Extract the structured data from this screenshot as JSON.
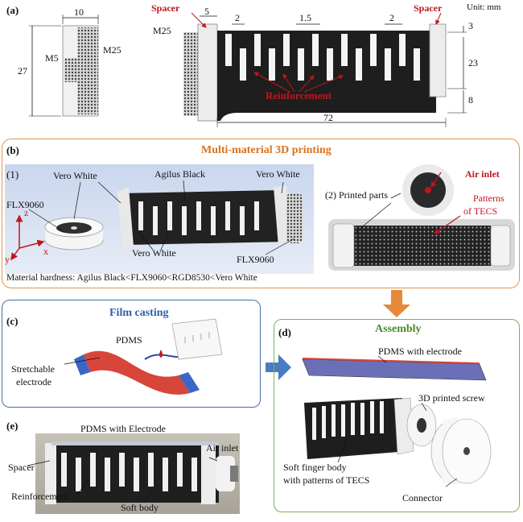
{
  "panel_a": {
    "label": "(a)",
    "unit": "Unit: mm",
    "dims": {
      "w10": "10",
      "h27": "27",
      "m5": "M5",
      "m25_left": "M25",
      "m25_right": "M25",
      "d5": "5",
      "d2a": "2",
      "d15": "1.5",
      "d2b": "2",
      "d3": "3",
      "d23": "23",
      "d8": "8",
      "d72": "72"
    },
    "spacer_left": "Spacer",
    "spacer_right": "Spacer",
    "reinforcement": "Reinforcement"
  },
  "panel_b": {
    "label": "(b)",
    "title": "Multi-material 3D printing",
    "sub1": "(1)",
    "vero_white_top_left": "Vero White",
    "agilus_black": "Agilus Black",
    "vero_white_top_right": "Vero White",
    "flx_left": "FLX9060",
    "flx_right": "FLX9060",
    "vero_white_bottom": "Vero White",
    "axis_z": "z",
    "axis_y": "y",
    "axis_x": "x",
    "hardness": "Material hardness: Agilus Black<FLX9060<RGD8530<Vero White",
    "sub2": "(2) Printed parts",
    "air_inlet": "Air inlet",
    "patterns": "Patterns",
    "of_tecs": "of TECS"
  },
  "panel_c": {
    "label": "(c)",
    "title": "Film casting",
    "pdms": "PDMS",
    "stretchable": "Stretchable",
    "electrode": "electrode"
  },
  "panel_d": {
    "label": "(d)",
    "title": "Assembly",
    "pdms_electrode": "PDMS with electrode",
    "screw": "3D printed screw",
    "soft_body_1": "Soft finger body",
    "soft_body_2": "with patterns of TECS",
    "connector": "Connector"
  },
  "panel_e": {
    "label": "(e)",
    "pdms_electrode": "PDMS with Electrode",
    "air_inlet": "Air inlet",
    "spacer": "Spacer",
    "reinforcement": "Reinforcement",
    "soft_body": "Soft body"
  },
  "colors": {
    "red": "#c0161c",
    "orange": "#d9731f",
    "blue": "#2f5fa8",
    "green": "#4b8b2a"
  }
}
